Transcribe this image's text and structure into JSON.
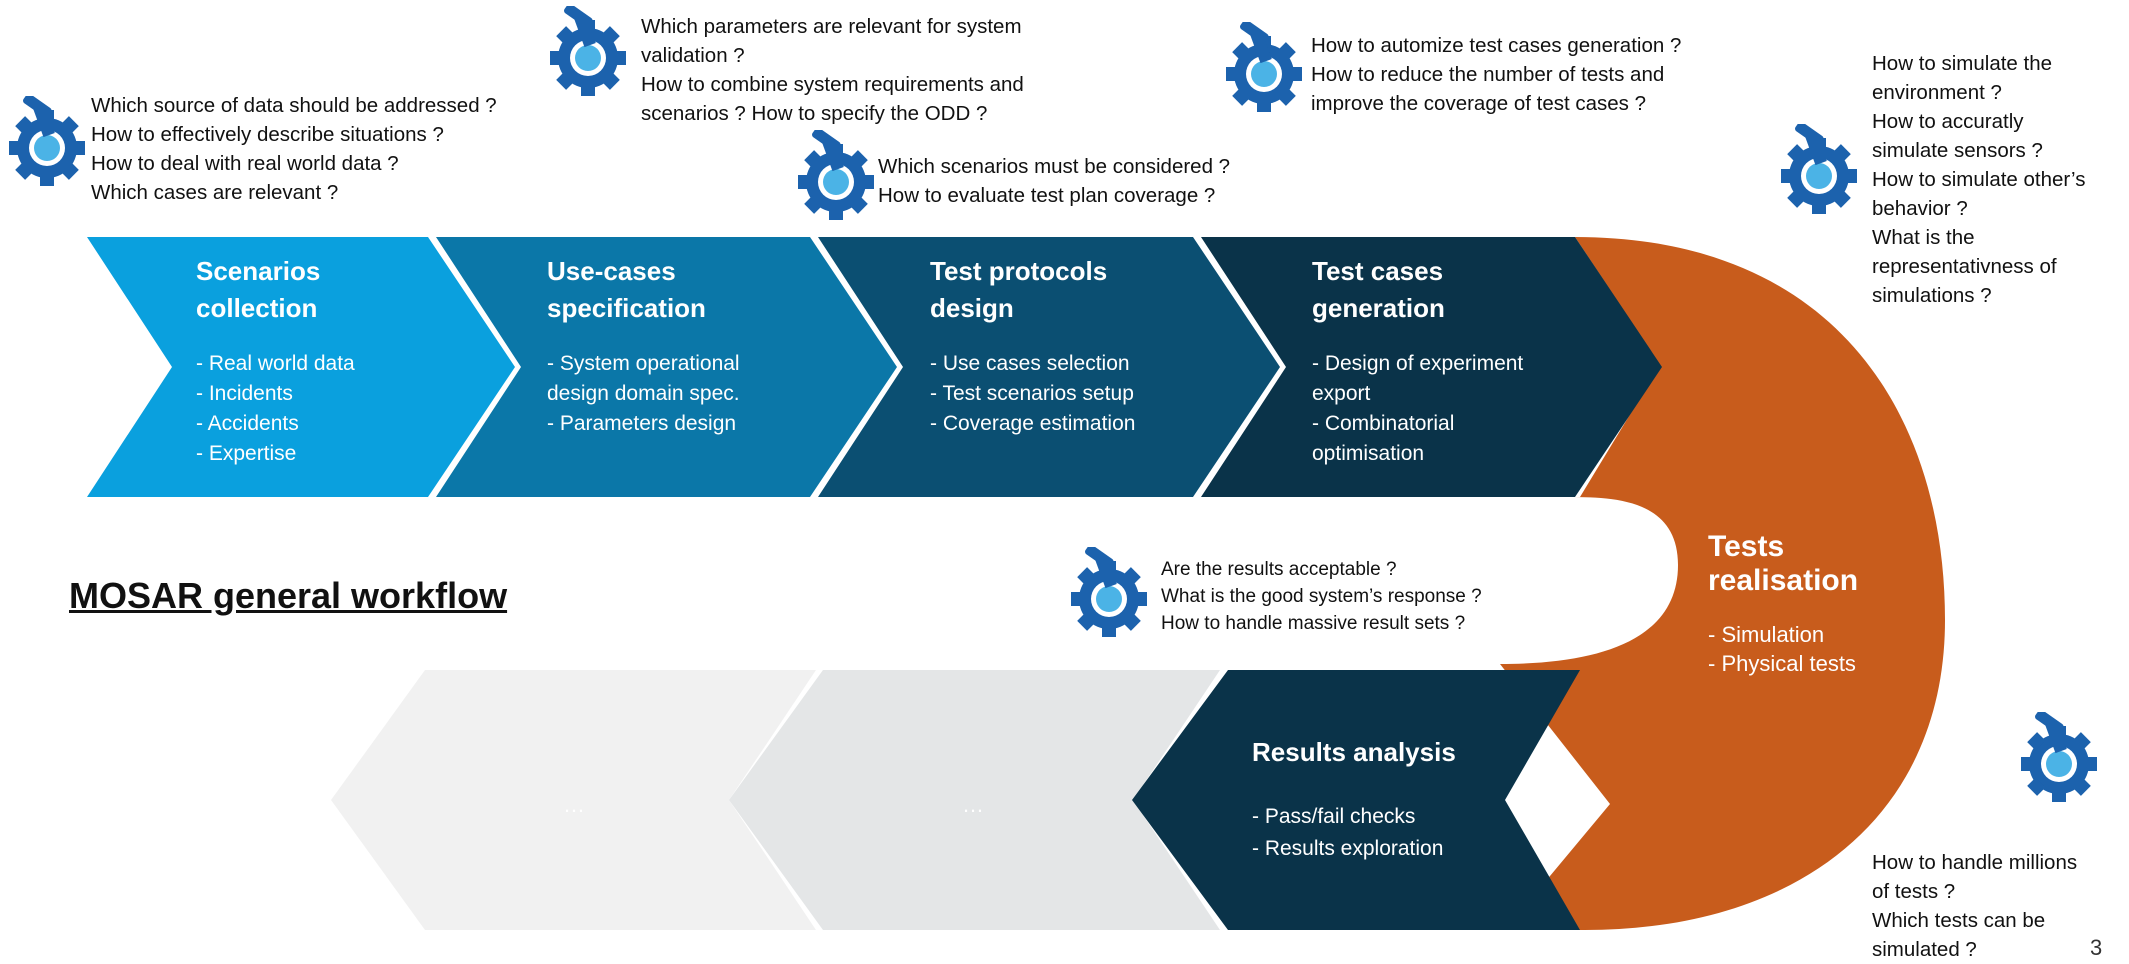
{
  "title": "MOSAR general workflow",
  "page_number": "3",
  "colors": {
    "stage1": "#0aa0de",
    "stage2": "#0b77a8",
    "stage3": "#0b4f72",
    "stage4": "#0a3349",
    "realisation": "#c85c1c",
    "analysis": "#0a3349",
    "placeholder1": "#f1f1f1",
    "placeholder2": "#e4e6e7"
  },
  "stages": [
    {
      "title_lines": [
        "Scenarios",
        "collection"
      ],
      "items": [
        "- Real world data",
        "- Incidents",
        "- Accidents",
        "- Expertise"
      ]
    },
    {
      "title_lines": [
        "Use-cases",
        "specification"
      ],
      "items": [
        "- System operational",
        "design domain spec.",
        "- Parameters design"
      ]
    },
    {
      "title_lines": [
        "Test protocols",
        "design"
      ],
      "items": [
        "- Use cases selection",
        "- Test scenarios setup",
        "- Coverage estimation"
      ]
    },
    {
      "title_lines": [
        "Test cases",
        "generation"
      ],
      "items": [
        "- Design of experiment",
        "export",
        "- Combinatorial",
        "optimisation"
      ]
    }
  ],
  "realisation": {
    "title_lines": [
      "Tests",
      "realisation"
    ],
    "items": [
      "- Simulation",
      "- Physical tests"
    ]
  },
  "analysis": {
    "title": "Results analysis",
    "items": [
      "- Pass/fail checks",
      "- Results exploration"
    ]
  },
  "placeholders": [
    "…",
    "…"
  ],
  "questions": [
    {
      "lines": [
        "Which source of data should be addressed ?",
        "How to effectively describe situations ?",
        "How to deal with real world data ?",
        "Which cases are relevant ?"
      ]
    },
    {
      "lines": [
        "Which parameters are relevant for system",
        "validation ?",
        "How to combine system requirements and",
        "scenarios ? How to specify the ODD ?"
      ]
    },
    {
      "lines": [
        "Which scenarios must be considered ?",
        "How to evaluate test plan coverage ?"
      ]
    },
    {
      "lines": [
        "How to automize test cases generation ?",
        "How to reduce the number of tests and",
        "improve the coverage of test cases ?"
      ]
    },
    {
      "lines": [
        "How to simulate the",
        "environment ?",
        "How to accuratly",
        "simulate sensors ?",
        "How to simulate other’s",
        "behavior ?",
        "What is the",
        "representativness of",
        "simulations ?"
      ]
    },
    {
      "lines": [
        "Are the results acceptable ?",
        "What is the good system’s response ?",
        "How to handle massive result sets ?"
      ]
    },
    {
      "lines": [
        "How to handle millions",
        "of tests ?",
        "Which tests can be",
        "simulated ?"
      ]
    }
  ],
  "icon_name": "gear-flask-icon"
}
